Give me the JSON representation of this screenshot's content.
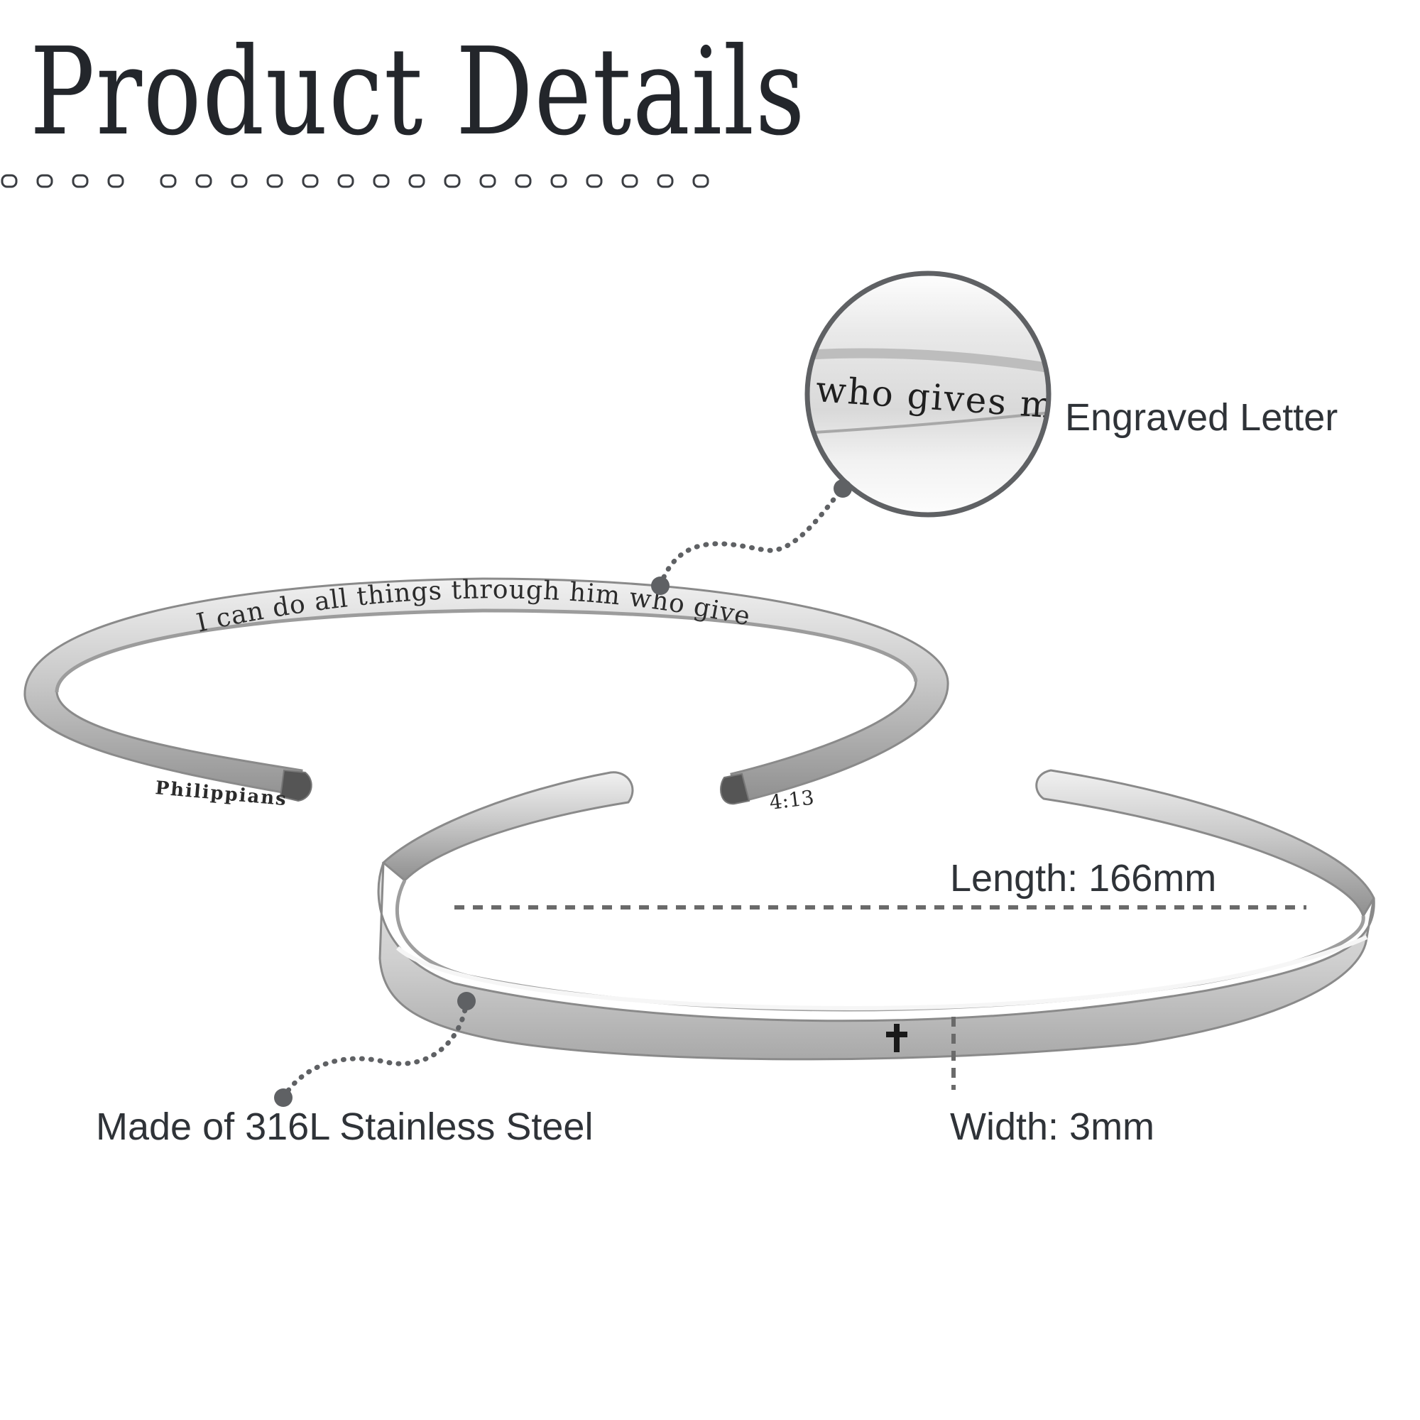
{
  "header": {
    "title": "Product Details"
  },
  "bracelet": {
    "inscription": "I can do all things through him who gives me",
    "left_end_text": "Philippians",
    "right_end_text": "4:13",
    "symbol": "cross-icon"
  },
  "zoom_callout": {
    "zoom_text": "who gives me",
    "label": "Engraved Letter"
  },
  "specs": {
    "length": "Length: 166mm",
    "width": "Width: 3mm",
    "material": "Made of 316L Stainless Steel"
  },
  "colors": {
    "title_text": "#23262b",
    "label_text": "#2f3338",
    "callout_gray": "#5f6164",
    "steel_light": "#e7e7e7",
    "steel_mid": "#bdbdbd",
    "steel_dark": "#8e8e8e"
  }
}
